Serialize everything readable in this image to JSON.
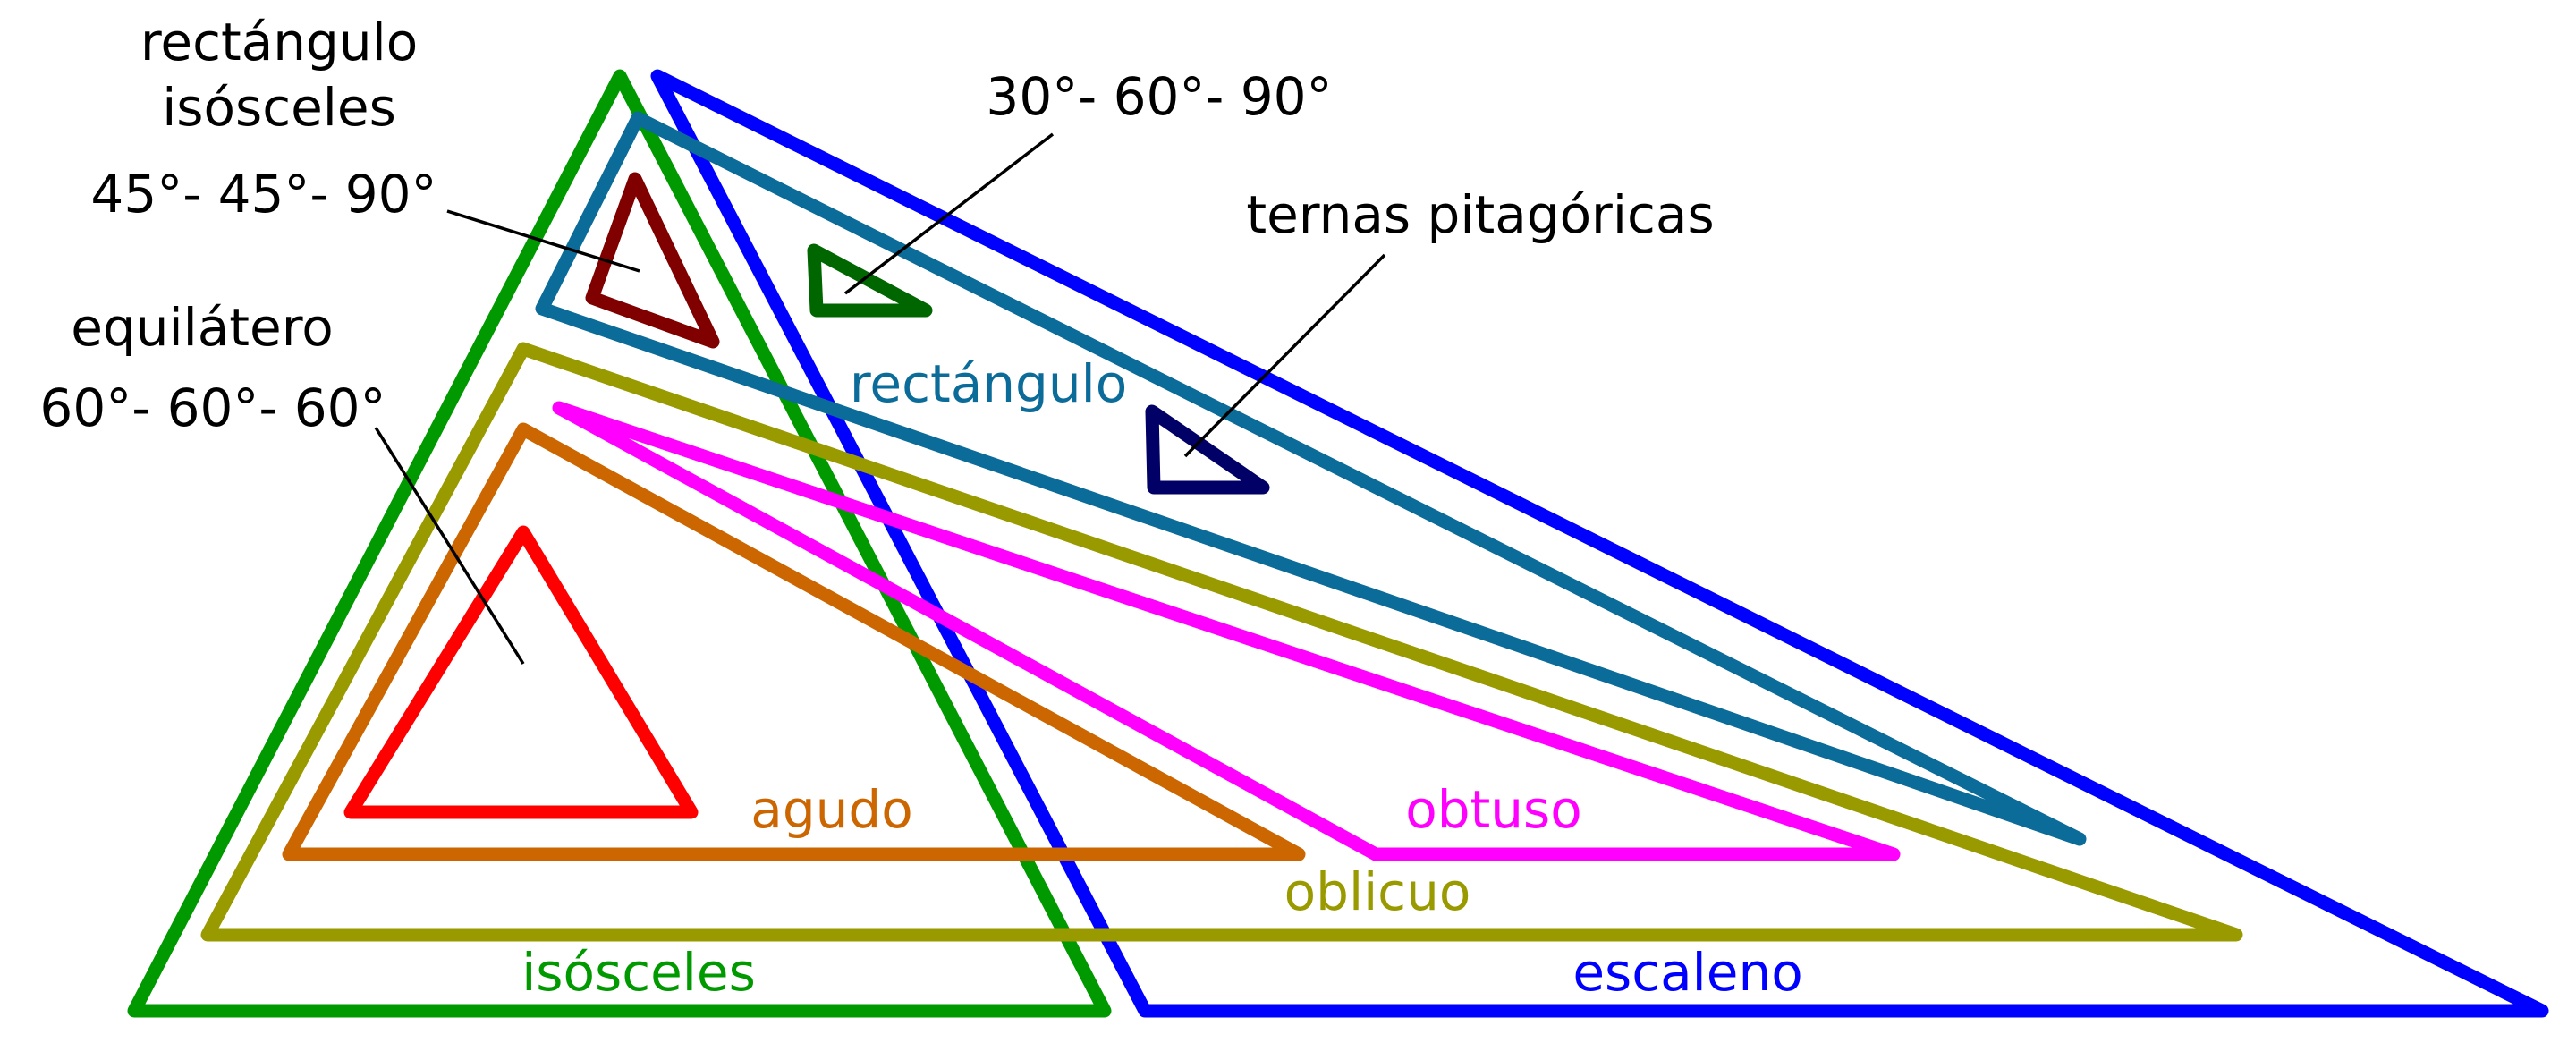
{
  "colors": {
    "escaleno": "#0000ff",
    "isosceles": "#009900",
    "rectangulo": "#0b6b99",
    "oblicuo": "#999900",
    "agudo": "#cc6600",
    "obtuso": "#ff00ff",
    "equilatero": "#ff0000",
    "rect_isosceles": "#800000",
    "t306090": "#006600",
    "ternas": "#000066",
    "text": "#000000"
  },
  "labels": {
    "rect_isosceles_line1": "rectángulo",
    "rect_isosceles_line2": "isósceles",
    "angles_454590": "45°- 45°- 90°",
    "angles_306090": "30°- 60°- 90°",
    "ternas": "ternas pitagóricas",
    "equilatero": "equilátero",
    "angles_606060": "60°- 60°- 60°",
    "rectangulo": "rectángulo",
    "agudo": "agudo",
    "obtuso": "obtuso",
    "oblicuo": "oblicuo",
    "isosceles": "isósceles",
    "escaleno": "escaleno"
  }
}
